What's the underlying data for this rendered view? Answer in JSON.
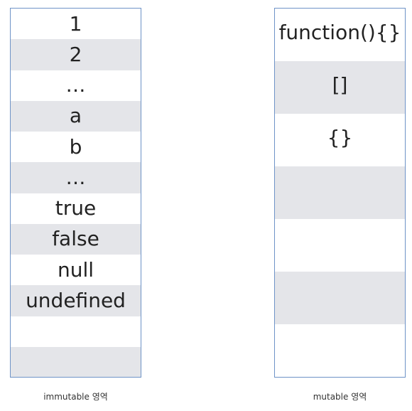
{
  "immutable": {
    "cells": [
      "1",
      "2",
      "…",
      "a",
      "b",
      "…",
      "true",
      "false",
      "null",
      "undefined",
      "",
      ""
    ],
    "caption": "immutable 영역"
  },
  "mutable": {
    "cells": [
      "function(){}",
      "[]",
      "{}",
      "",
      "",
      "",
      ""
    ],
    "caption": "mutable 영역"
  },
  "colors": {
    "border": "#6e93c7",
    "shade": "#e4e5e9"
  }
}
